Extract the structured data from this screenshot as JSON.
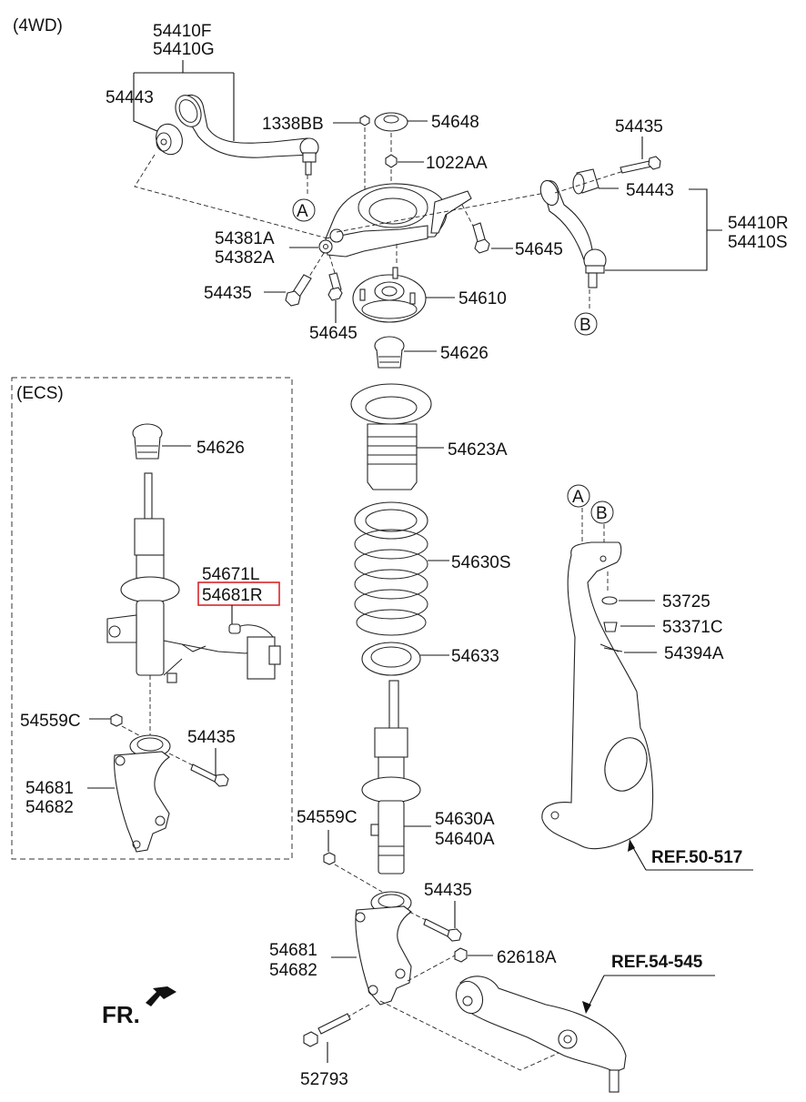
{
  "diagram": {
    "title": "Front Suspension Exploded Parts Diagram",
    "variant_labels": {
      "four_wd": "(4WD)",
      "ecs": "(ECS)"
    },
    "callouts": {
      "upper_arm_left_a": "54410F",
      "upper_arm_left_b": "54410G",
      "bushing_left": "54443",
      "bolt_1338bb": "1338BB",
      "insulator_cap": "54648",
      "nut_1022aa": "1022AA",
      "bolt_top_right": "54435",
      "bushing_right": "54443",
      "upper_arm_right_a": "54410R",
      "upper_arm_right_b": "54410S",
      "bracket_a": "54381A",
      "bracket_b": "54382A",
      "bolt_54645_right": "54645",
      "bolt_54435_left": "54435",
      "bolt_54645_bottom": "54645",
      "strut_mount": "54610",
      "bump_stopper": "54626",
      "dust_cover": "54623A",
      "coil_spring": "54630S",
      "spring_pad": "54633",
      "strut_a": "54630A",
      "strut_b": "54640A",
      "nut_left": "54559C",
      "bolt_fork": "54435",
      "fork_a": "54681",
      "fork_b": "54682",
      "nut_62618a": "62618A",
      "bolt_52793": "52793",
      "washer": "53725",
      "castle_nut": "53371C",
      "cotter_pin": "54394A",
      "ecs_bump_stopper": "54626",
      "ecs_harness_l": "54671L",
      "ecs_harness_r": "54681R",
      "ecs_nut": "54559C",
      "ecs_bolt": "54435",
      "ecs_fork_a": "54681",
      "ecs_fork_b": "54682"
    },
    "connectors": {
      "a": "A",
      "b": "B"
    },
    "references": {
      "knuckle": "REF.50-517",
      "lower_arm": "REF.54-545"
    },
    "direction_label": "FR.",
    "highlight": {
      "part": "54681R",
      "color": "#d8262b"
    }
  }
}
